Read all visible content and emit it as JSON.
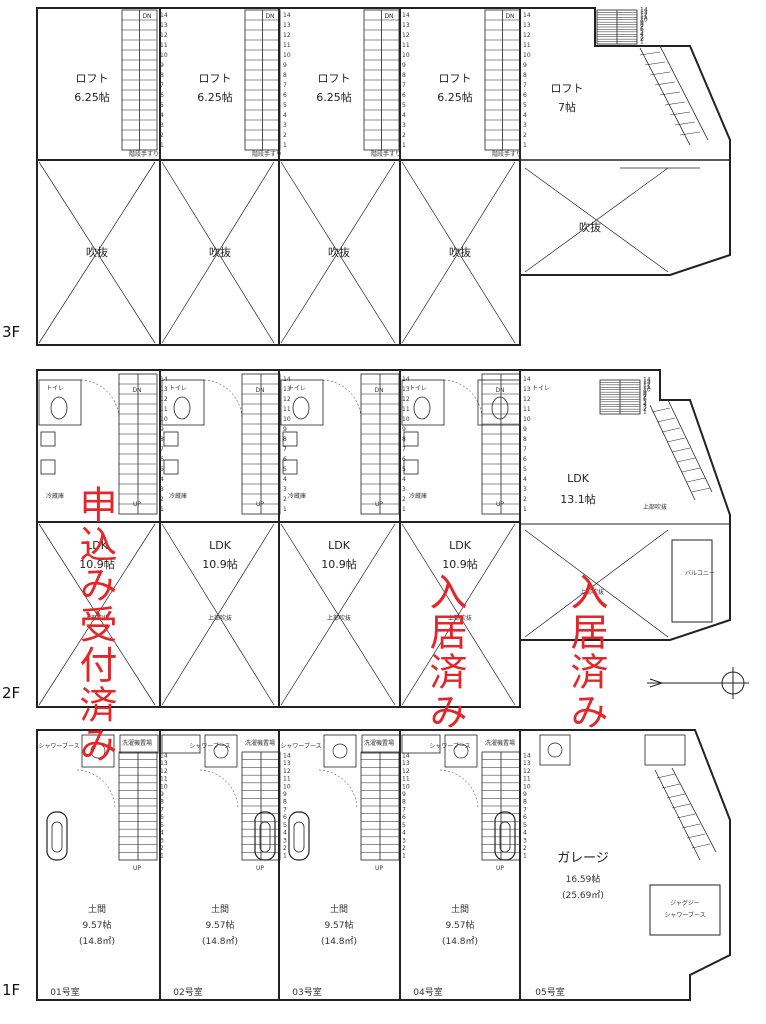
{
  "floors": {
    "f3": "3F",
    "f2": "2F",
    "f1": "1F"
  },
  "stair_dn": "DN",
  "stair_up": "UP",
  "stair_nums": [
    "14",
    "13",
    "12",
    "11",
    "10",
    "9",
    "8",
    "7",
    "6",
    "5",
    "4",
    "3",
    "2",
    "1"
  ],
  "handrail_label": "階段手すり",
  "f3": {
    "lofts": [
      {
        "name": "ロフト",
        "size": "6.25帖"
      },
      {
        "name": "ロフト",
        "size": "6.25帖"
      },
      {
        "name": "ロフト",
        "size": "6.25帖"
      },
      {
        "name": "ロフト",
        "size": "6.25帖"
      },
      {
        "name": "ロフト",
        "size": "7帖"
      }
    ],
    "voids": [
      "吹抜",
      "吹抜",
      "吹抜",
      "吹抜",
      "吹抜"
    ]
  },
  "f2": {
    "toilet": "トイレ",
    "fridge": "冷蔵庫",
    "ldk": [
      {
        "name": "LDK",
        "size": "10.9帖",
        "void": "上部吹抜"
      },
      {
        "name": "LDK",
        "size": "10.9帖",
        "void": "上部吹抜"
      },
      {
        "name": "LDK",
        "size": "10.9帖",
        "void": "上部吹抜"
      },
      {
        "name": "LDK",
        "size": "10.9帖",
        "void": "上部吹抜"
      },
      {
        "name": "LDK",
        "size": "13.1帖",
        "void": "上部吹抜"
      }
    ],
    "void_05b": "上部吹抜",
    "balcony": "バルコニー"
  },
  "f1": {
    "shower": "シャワーブース",
    "washer": "洗濯機置場",
    "dirt_floor": [
      {
        "name": "土間",
        "size": "9.57帖",
        "area": "(14.8㎡)"
      },
      {
        "name": "土間",
        "size": "9.57帖",
        "area": "(14.8㎡)"
      },
      {
        "name": "土間",
        "size": "9.57帖",
        "area": "(14.8㎡)"
      },
      {
        "name": "土間",
        "size": "9.57帖",
        "area": "(14.8㎡)"
      }
    ],
    "garage": {
      "name": "ガレージ",
      "size": "16.59帖",
      "area": "(25.69㎡)"
    },
    "jacuzzi": [
      "ジャグジー",
      "シャワーブース"
    ],
    "units": [
      "01号室",
      "02号室",
      "03号室",
      "04号室",
      "05号室"
    ]
  },
  "stamps": {
    "accepting": "申込み受付済み",
    "occupied_1": "入居済み",
    "occupied_2": "入居済み"
  },
  "colors": {
    "stamp_red": "#e3262a",
    "line": "#222222"
  }
}
